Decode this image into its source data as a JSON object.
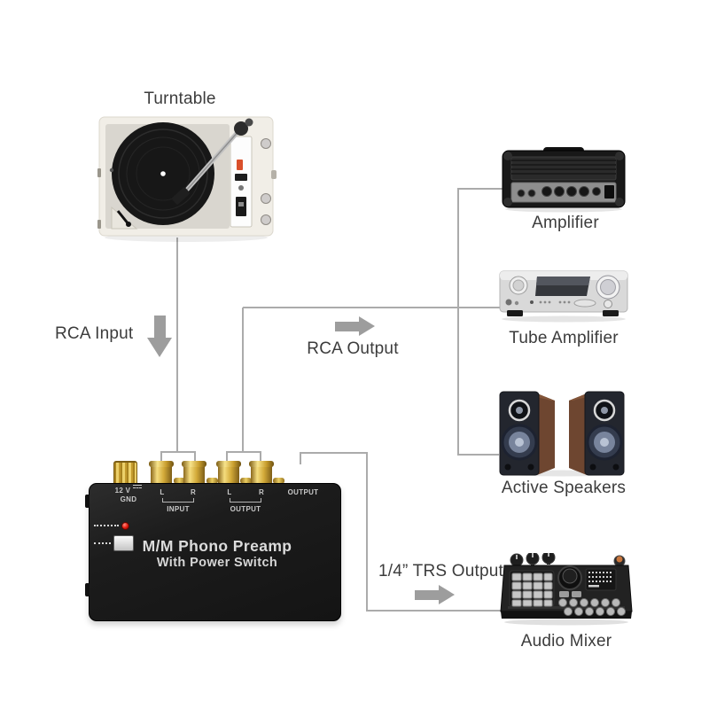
{
  "devices": {
    "turntable": "Turntable",
    "amplifier": "Amplifier",
    "tube_amplifier": "Tube Amplifier",
    "active_speakers": "Active Speakers",
    "audio_mixer": "Audio Mixer"
  },
  "flow": {
    "rca_input": "RCA Input",
    "rca_output": "RCA Output",
    "trs_output": "1/4” TRS Output"
  },
  "preamp": {
    "power_voltage": "12 V",
    "ground": "GND",
    "channel_left": "L",
    "channel_right": "R",
    "input_group": "INPUT",
    "output_group": "OUTPUT",
    "trs_jack": "OUTPUT",
    "title": "M/M Phono Preamp",
    "subtitle": "With Power Switch"
  },
  "colors": {
    "wire": "#ababab",
    "arrow": "#9d9d9d",
    "label_text": "#3c3c3c",
    "preamp_body": "#1c1c1c",
    "gold_connector": "#d7b04a",
    "power_led": "#e0170b"
  }
}
